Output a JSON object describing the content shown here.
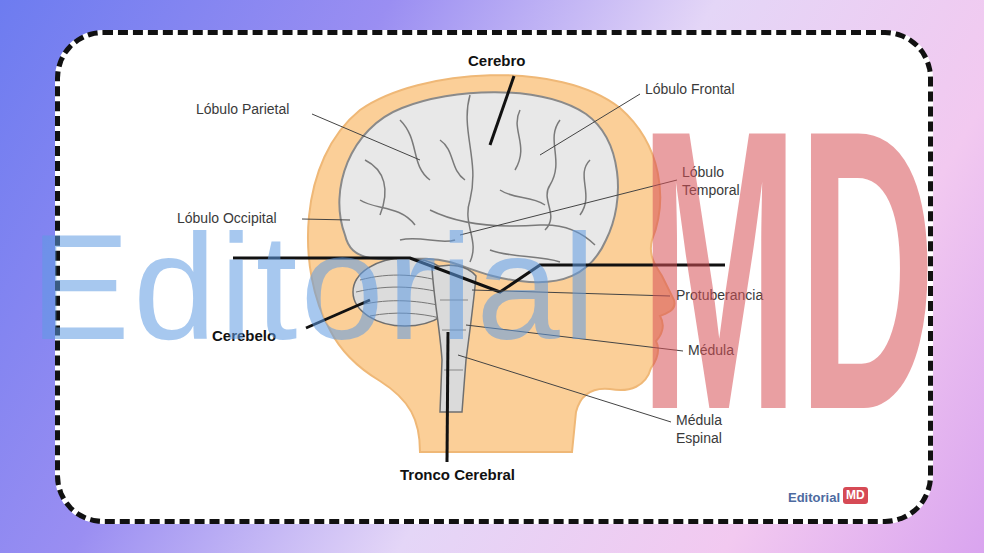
{
  "diagram": {
    "labels": [
      "Cerebro",
      "Lóbulo Parietal",
      "Lóbulo Frontal",
      "Lóbulo Temporal",
      "Lóbulo Occipital",
      "Protuberancia",
      "Cerebelo",
      "Médula",
      "Médula Espinal",
      "Tronco Cerebral",
      "Editorial",
      "MD",
      "Editorial",
      "MD"
    ]
  }
}
